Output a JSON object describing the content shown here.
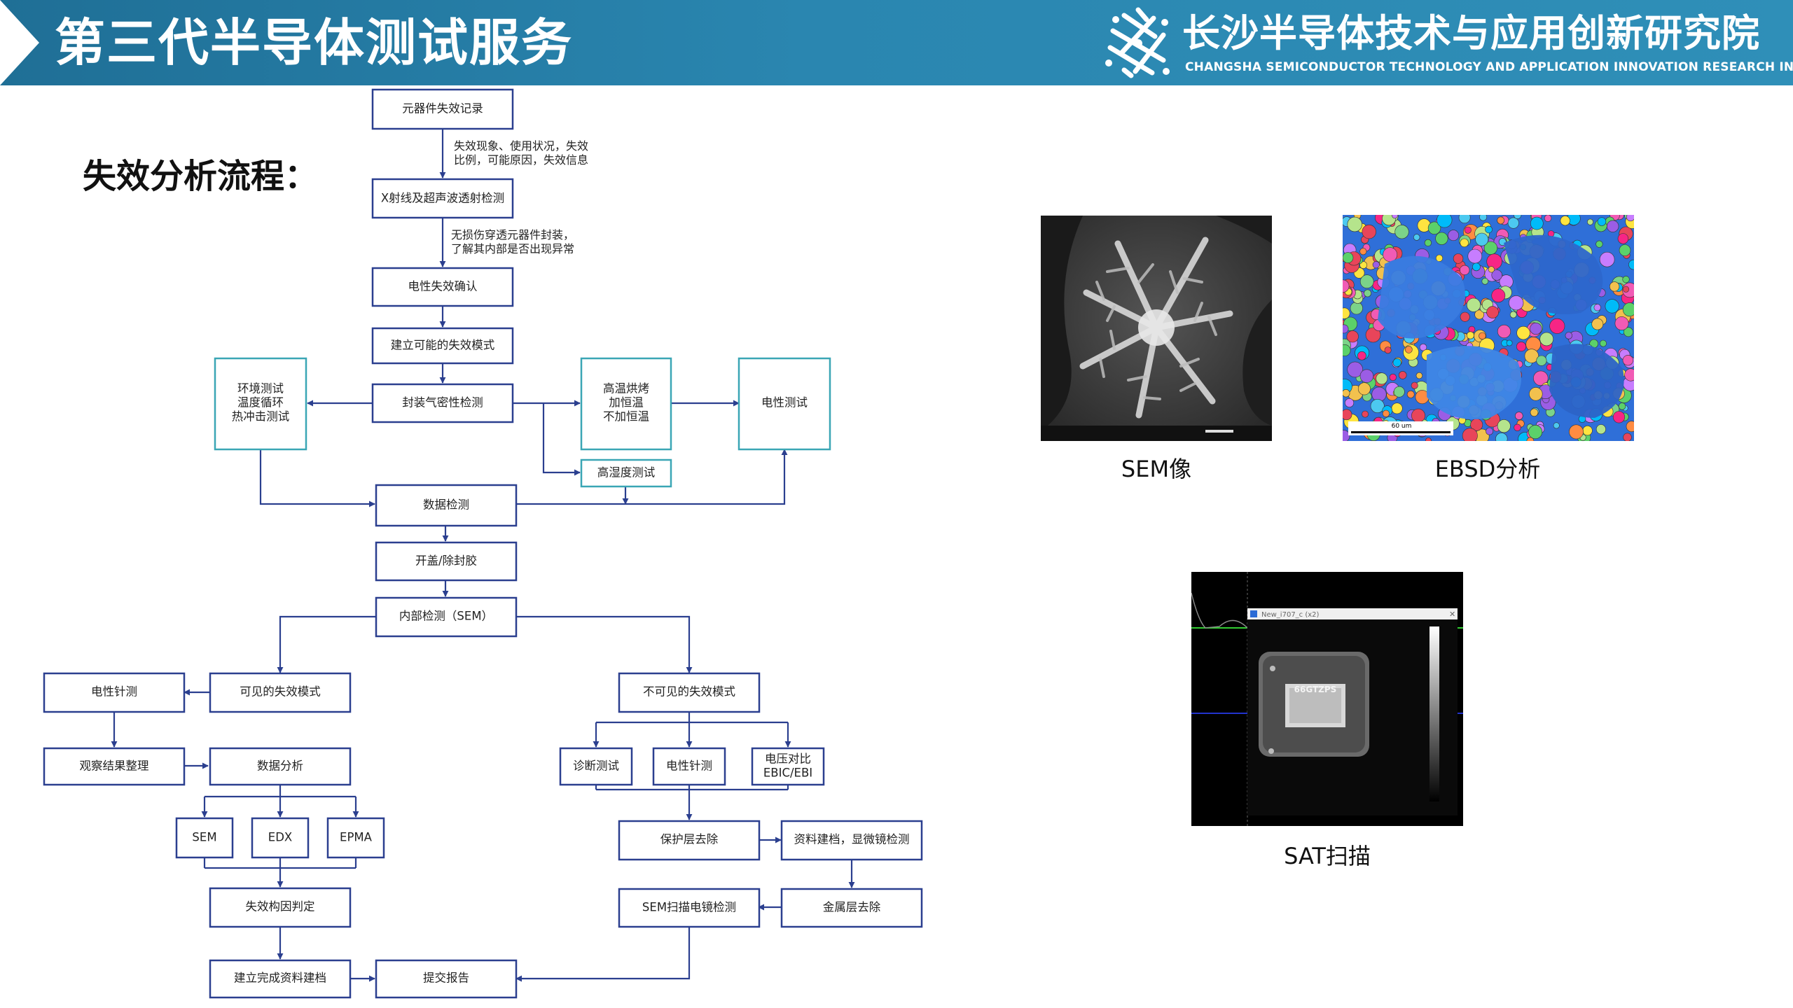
{
  "header": {
    "title": "第三代半导体测试服务",
    "institute_cn": "长沙半导体技术与应用创新研究院",
    "institute_en": "CHANGSHA SEMICONDUCTOR TECHNOLOGY AND APPLICATION INNOVATION RESEARCH INSTITUTE",
    "logo_icon": "institute-logo-icon",
    "color_bar": "#2a86b0"
  },
  "section_title": "失效分析流程：",
  "flow": {
    "nodes": {
      "record": "元器件失效记录",
      "xray": "X射线及超声波透射检测",
      "confirm": "电性失效确认",
      "mode": "建立可能的失效模式",
      "seal": "封装气密性检测",
      "env1": "环境测试",
      "env2": "温度循环",
      "env3": "热冲击测试",
      "ht1": "高温烘烤",
      "ht2": "加恒温",
      "ht3": "不加恒温",
      "elec_test": "电性测试",
      "humid": "高湿度测试",
      "data_check": "数据检测",
      "decap": "开盖/除封胶",
      "internal": "内部检测（SEM）",
      "visible": "可见的失效模式",
      "probe_left": "电性针测",
      "observe": "观察结果整理",
      "analysis": "数据分析",
      "sem": "SEM",
      "edx": "EDX",
      "epma": "EPMA",
      "cause": "失效构因判定",
      "archive_done": "建立完成资料建档",
      "report": "提交报告",
      "invisible": "不可见的失效模式",
      "diag": "诊断测试",
      "probe_right": "电性针测",
      "vc1": "电压对比",
      "vc2": "EBIC/EBI",
      "protect": "保护层去除",
      "archive_micro": "资料建档，显微镜检测",
      "metal": "金属层去除",
      "sem_scan": "SEM扫描电镜检测"
    },
    "notes": {
      "n1_line1": "失效现象、使用状况，失效",
      "n1_line2": "比例，可能原因，失效信息",
      "n2_line1": "无损伤穿透元器件封装，",
      "n2_line2": "了解其内部是否出现异常"
    },
    "colors": {
      "main_border": "#2b3f8f",
      "alt_border": "#3aa6b5",
      "line": "#2b3f8f"
    }
  },
  "figures": {
    "sem": {
      "caption": "SEM像"
    },
    "ebsd": {
      "caption": "EBSD分析",
      "scale_text": "60 um"
    },
    "sat": {
      "caption": "SAT扫描",
      "window_title": "New_i707_c  (x2)",
      "chip_text": "66GTZPS"
    }
  }
}
